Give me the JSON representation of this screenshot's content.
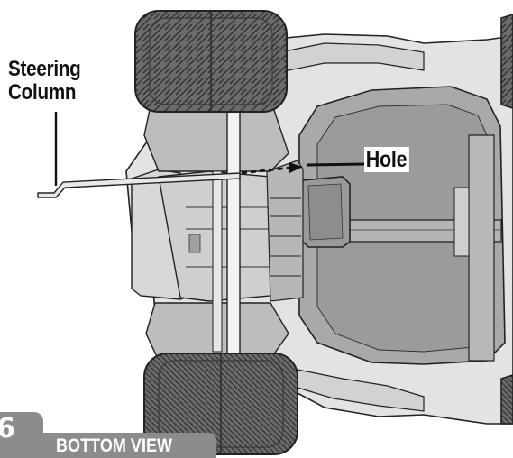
{
  "callouts": {
    "steering_column": [
      "Steering",
      "Column"
    ],
    "hole": "Hole"
  },
  "step": {
    "number": "6",
    "view_caption": "BOTTOM VIEW"
  },
  "colors": {
    "tab_gray": "#8c8c8c",
    "body_light": "#d9d9d9",
    "body_mid": "#bdbdbd",
    "body_dark": "#8a8a8a",
    "tire_dark": "#5a5a5a",
    "line": "#222222"
  }
}
